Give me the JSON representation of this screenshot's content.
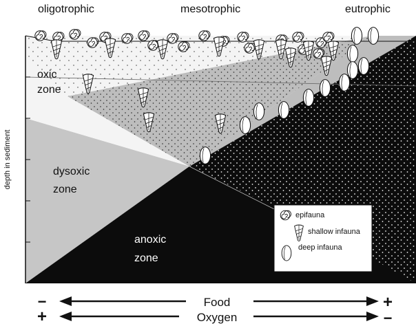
{
  "header": {
    "oligotrophic": "oligotrophic",
    "mesotrophic": "mesotrophic",
    "eutrophic": "eutrophic"
  },
  "axis": {
    "y_label": "depth in sediment"
  },
  "zones": {
    "oxic_line1": "oxic",
    "oxic_line2": "zone",
    "dysoxic_line1": "dysoxic",
    "dysoxic_line2": "zone",
    "anoxic_line1": "anoxic",
    "anoxic_line2": "zone"
  },
  "legend": {
    "epifauna": "epifauna",
    "shallow_infauna": "shallow infauna",
    "deep_infauna": "deep infauna"
  },
  "gradients": {
    "food": {
      "label": "Food",
      "left_sign": "−",
      "right_sign": "+"
    },
    "oxygen": {
      "label": "Oxygen",
      "left_sign": "+",
      "right_sign": "−"
    }
  },
  "colors": {
    "oxic": "#f4f4f4",
    "mesic": "#bdbdbd",
    "dysoxic": "#c6c6c6",
    "anoxic": "#0c0c0c"
  }
}
